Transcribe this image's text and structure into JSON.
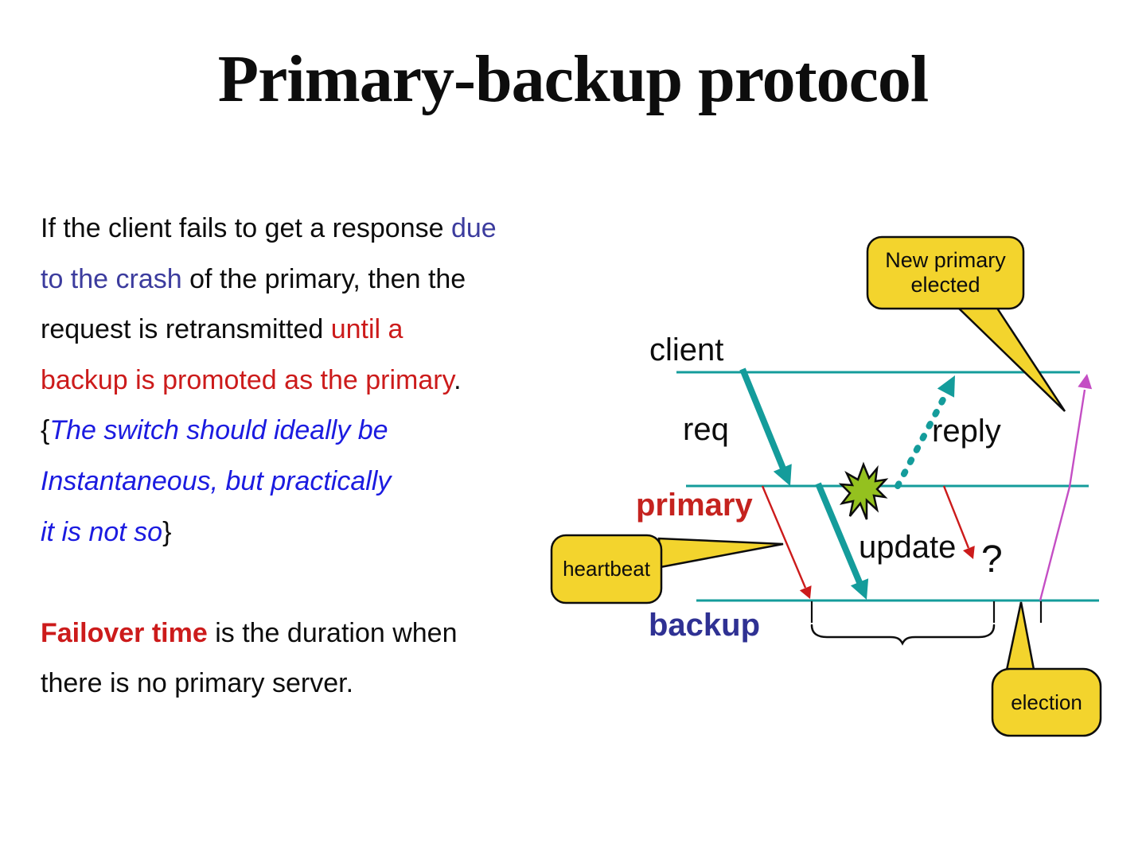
{
  "title": "Primary-backup protocol",
  "colors": {
    "background": "#ffffff",
    "text": "#0d0d0d",
    "accent_red": "#cc1b1b",
    "label_red": "#c5231f",
    "slate_blue": "#3c3c9e",
    "bright_blue": "#1b1be0",
    "dark_blue": "#2f3193",
    "teal": "#149c9b",
    "magenta": "#c44ec4",
    "callout_yellow": "#f3d42d",
    "starburst_green": "#94c11f"
  },
  "paragraph": {
    "lines": [
      [
        {
          "style": "black",
          "text": "If the client fails to get a response "
        },
        {
          "style": "slate",
          "text": "due"
        }
      ],
      [
        {
          "style": "slate",
          "text": "to the crash"
        },
        {
          "style": "black",
          "text": " of the primary, then the"
        }
      ],
      [
        {
          "style": "black",
          "text": "request is retransmitted "
        },
        {
          "style": "red",
          "text": "until a"
        }
      ],
      [
        {
          "style": "red",
          "text": "backup is promoted as the primary"
        },
        {
          "style": "black",
          "text": "."
        }
      ],
      [
        {
          "style": "black",
          "text": "{"
        },
        {
          "style": "blue_italic",
          "text": "The switch should ideally be"
        }
      ],
      [
        {
          "style": "blue_italic",
          "text": "Instantaneous, but practically"
        }
      ],
      [
        {
          "style": "blue_italic",
          "text": "it is not so"
        },
        {
          "style": "black",
          "text": "}"
        }
      ],
      [],
      [
        {
          "style": "red_bold",
          "text": "Failover time"
        },
        {
          "style": "black",
          "text": " is the duration when"
        }
      ],
      [
        {
          "style": "black",
          "text": "there is no primary server."
        }
      ]
    ]
  },
  "diagram": {
    "labels": {
      "client": "client",
      "primary": "primary",
      "backup": "backup",
      "req": "req",
      "reply": "reply",
      "update": "update",
      "lost": "?"
    },
    "callouts": {
      "new_primary": [
        "New primary",
        "elected"
      ],
      "heartbeat": "heartbeat",
      "election": "election"
    }
  }
}
